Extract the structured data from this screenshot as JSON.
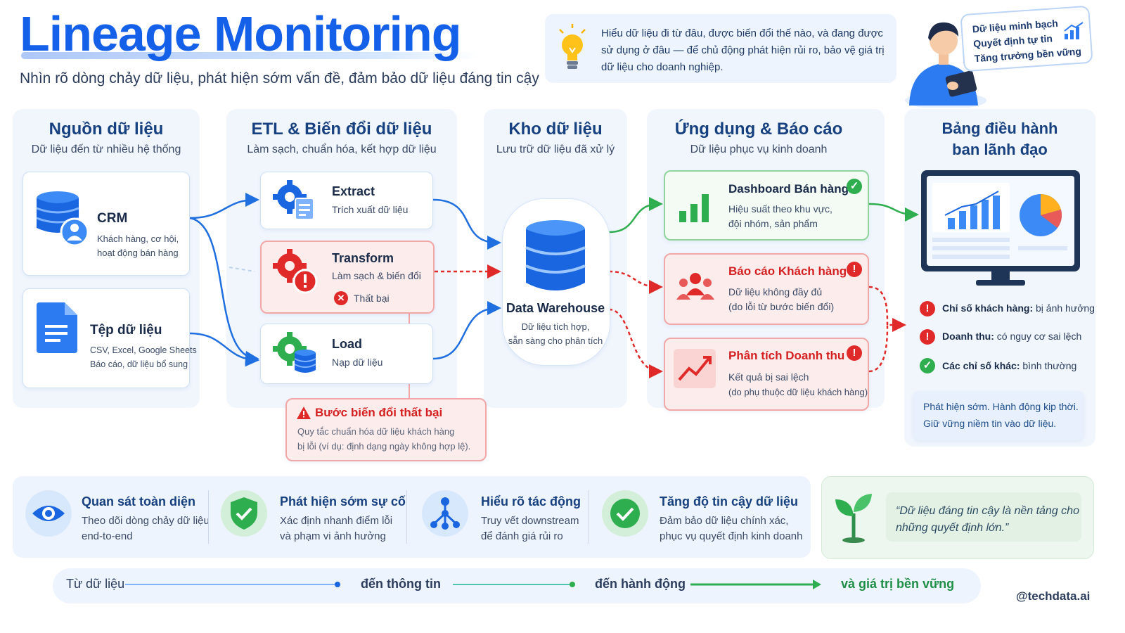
{
  "header": {
    "title": "Lineage Monitoring",
    "subtitle": "Nhìn rõ dòng chảy dữ liệu, phát hiện sớm vấn đề, đảm bảo dữ liệu đáng tin cậy",
    "intro": "Hiểu dữ liệu đi từ đâu, được biến đổi thế nào, và đang được sử dụng ở đâu — để chủ động phát hiện rủi ro, bảo vệ giá trị dữ liệu cho doanh nghiệp.",
    "bubble": [
      "Dữ liệu minh bạch",
      "Quyết định tự tin",
      "Tăng trưởng bền vững"
    ]
  },
  "columns": {
    "sources": {
      "title": "Nguồn dữ liệu",
      "subtitle": "Dữ liệu đến từ nhiều hệ thống"
    },
    "etl": {
      "title": "ETL & Biến đổi dữ liệu",
      "subtitle": "Làm sạch, chuẩn hóa, kết hợp dữ liệu"
    },
    "warehouse": {
      "title": "Kho dữ liệu",
      "subtitle": "Lưu trữ dữ liệu đã xử lý"
    },
    "apps": {
      "title": "Ứng dụng & Báo cáo",
      "subtitle": "Dữ liệu phục vụ kinh doanh"
    },
    "leaders": {
      "title1": "Bảng điều hành",
      "title2": "ban lãnh đạo"
    }
  },
  "sources": {
    "crm": {
      "title": "CRM",
      "desc1": "Khách hàng, cơ hội,",
      "desc2": "hoạt động bán hàng"
    },
    "files": {
      "title": "Tệp dữ liệu",
      "desc1": "CSV, Excel, Google Sheets",
      "desc2": "Báo cáo, dữ liệu bổ sung"
    }
  },
  "etl": {
    "extract": {
      "title": "Extract",
      "desc": "Trích xuất dữ liệu"
    },
    "transform": {
      "title": "Transform",
      "desc": "Làm sạch & biến đổi",
      "status": "Thất bại"
    },
    "load": {
      "title": "Load",
      "desc": "Nạp dữ liệu"
    },
    "error": {
      "title": "Bước biến đổi thất bại",
      "desc1": "Quy tắc chuẩn hóa dữ liệu khách hàng",
      "desc2": "bị lỗi (ví dụ: định dạng ngày không hợp lệ)."
    }
  },
  "warehouse": {
    "title": "Data Warehouse",
    "desc1": "Dữ liệu tích hợp,",
    "desc2": "sẵn sàng cho phân tích"
  },
  "apps": {
    "sales_dashboard": {
      "title": "Dashboard Bán hàng",
      "desc1": "Hiệu suất theo khu vực,",
      "desc2": "đội nhóm, sản phẩm"
    },
    "customer_report": {
      "title": "Báo cáo Khách hàng",
      "desc1": "Dữ liệu không đầy đủ",
      "desc2": "(do lỗi từ bước biến đổi)"
    },
    "revenue_analysis": {
      "title": "Phân tích Doanh thu",
      "desc1": "Kết quả bị sai lệch",
      "desc2": "(do phụ thuộc dữ liệu khách hàng)"
    }
  },
  "leaders": {
    "items": [
      {
        "label": "Chỉ số khách hàng:",
        "value": "bị ảnh hưởng",
        "status": "bad"
      },
      {
        "label": "Doanh thu:",
        "value": "có nguy cơ sai lệch",
        "status": "bad"
      },
      {
        "label": "Các chỉ số khác:",
        "value": "bình thường",
        "status": "good"
      }
    ],
    "note1": "Phát hiện sớm. Hành động kịp thời.",
    "note2": "Giữ vững niềm tin vào dữ liệu."
  },
  "features": [
    {
      "title": "Quan sát toàn diện",
      "desc1": "Theo dõi dòng chảy dữ liệu",
      "desc2": "end-to-end"
    },
    {
      "title": "Phát hiện sớm sự cố",
      "desc1": "Xác định nhanh điểm lỗi",
      "desc2": "và phạm vi ảnh hưởng"
    },
    {
      "title": "Hiểu rõ tác động",
      "desc1": "Truy vết downstream",
      "desc2": "để đánh giá rủi ro"
    },
    {
      "title": "Tăng độ tin cậy dữ liệu",
      "desc1": "Đảm bảo dữ liệu chính xác,",
      "desc2": "phục vụ quyết định kinh doanh"
    }
  ],
  "quote": "“Dữ liệu đáng tin cậy là nền tảng cho những quyết định lớn.”",
  "flow": [
    "Từ dữ liệu",
    "đến thông tin",
    "đến hành động",
    "và giá trị bền vững"
  ],
  "handle": "@techdata.ai",
  "colors": {
    "primary": "#1560e8",
    "error": "#e02a2a",
    "success": "#2fae4f",
    "panel": "#f1f6fd"
  }
}
